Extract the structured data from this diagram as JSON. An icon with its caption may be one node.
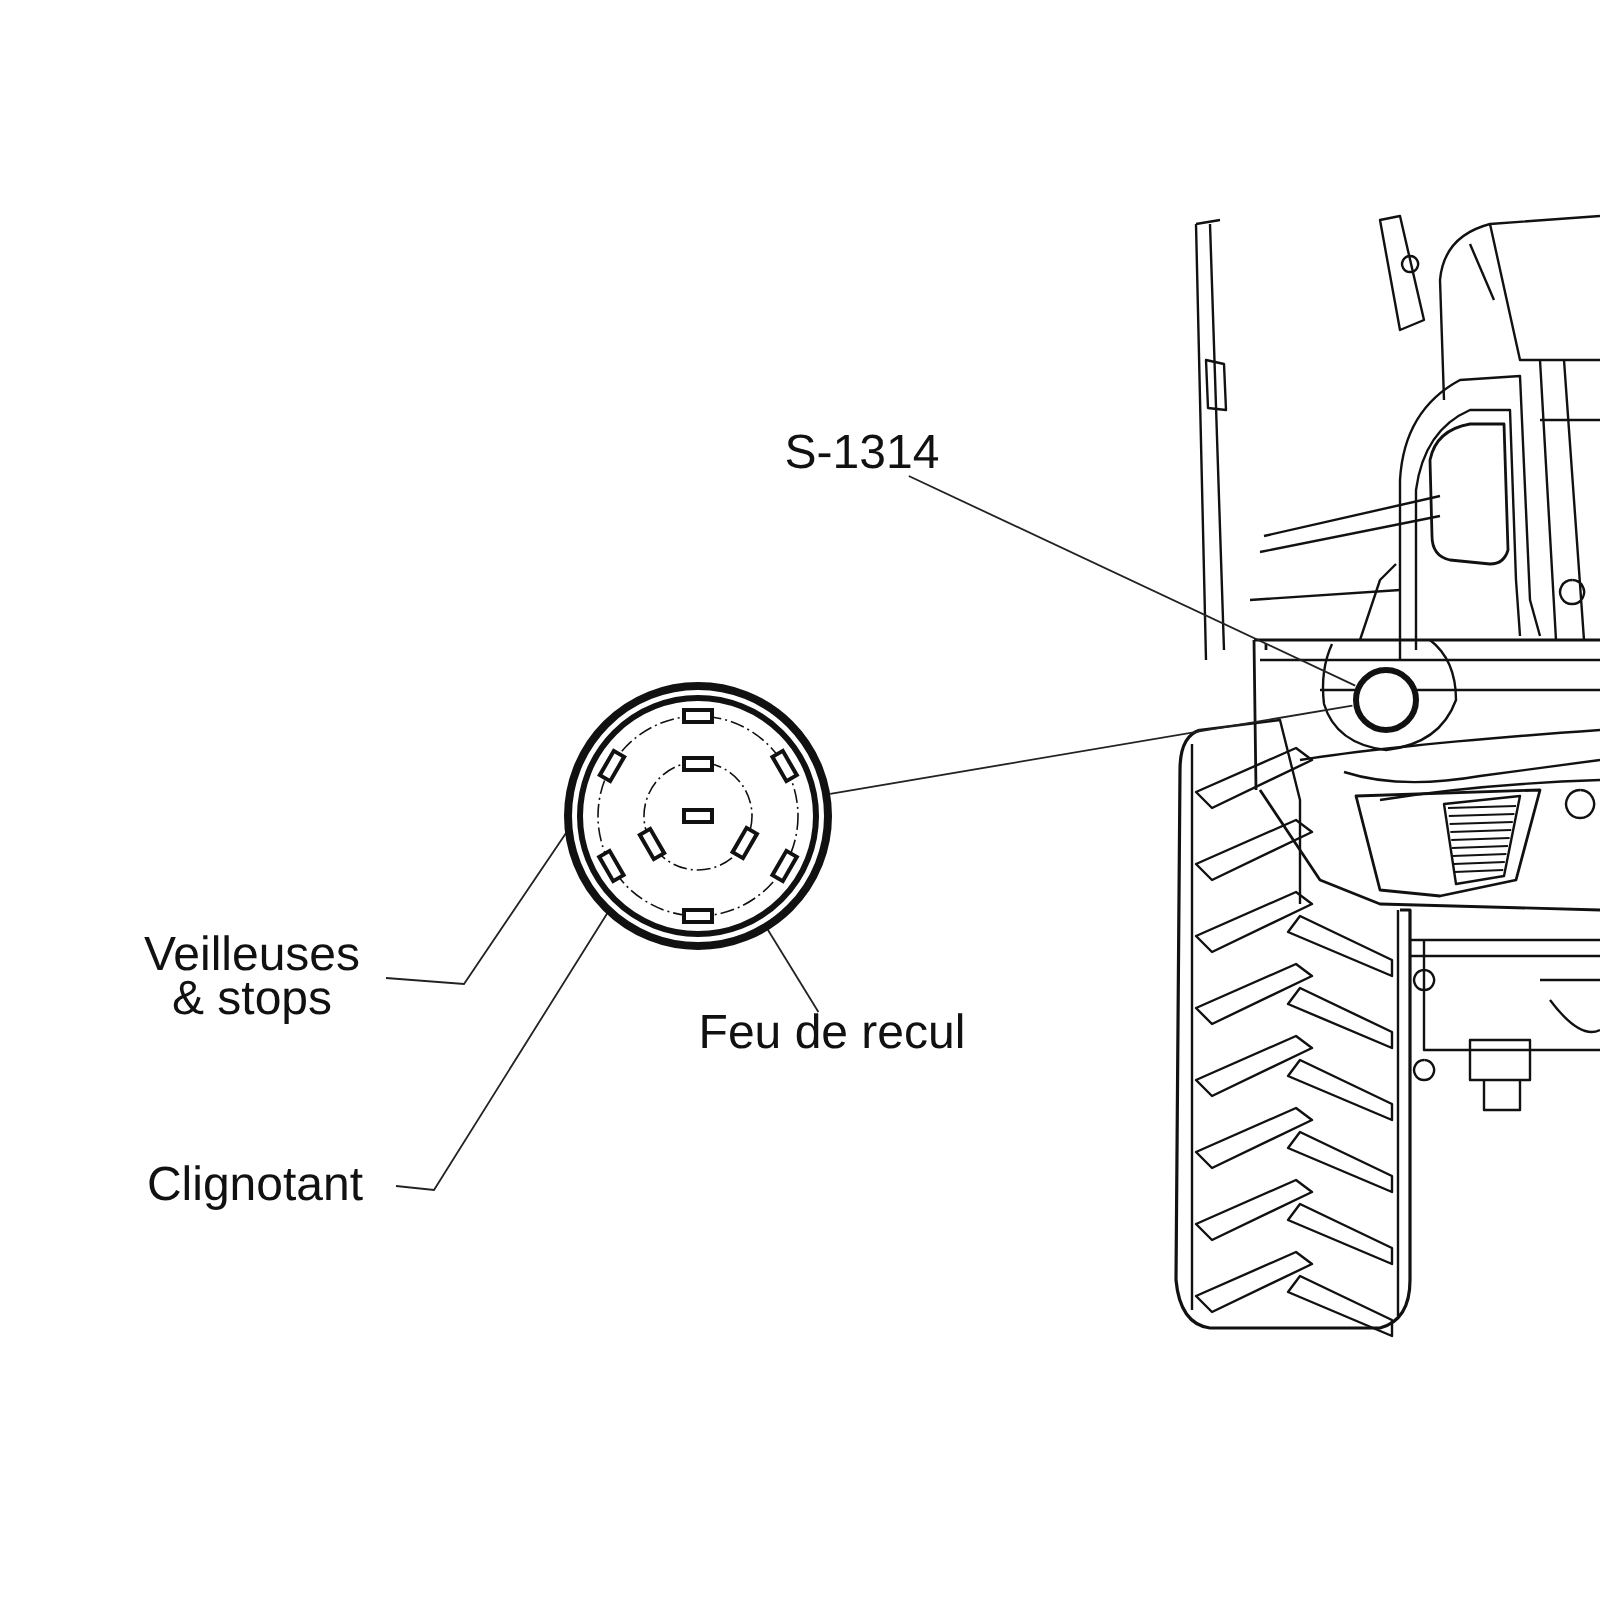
{
  "diagram": {
    "nodes": [
      {
        "text": [
          "S-1314"
        ]
      },
      {
        "text": [],
        "shape": "circle"
      },
      {
        "text": [],
        "shape": "circle"
      },
      {
        "text": [],
        "shape": "box",
        "in": 2
      },
      {
        "text": [],
        "shape": "box",
        "in": 2
      },
      {
        "text": [],
        "shape": "box",
        "in": 2
      },
      {
        "text": [
          "Veilleuses & stops"
        ]
      },
      {
        "text": [
          "Clignotant"
        ]
      },
      {
        "text": [
          "Feu de recul"
        ]
      }
    ],
    "edges": [
      {
        "from": 0,
        "to": 1,
        "arrow": "none"
      },
      {
        "from": 2,
        "to": 1,
        "arrow": "none"
      },
      {
        "from": 6,
        "to": 3,
        "arrow": "none"
      },
      {
        "from": 7,
        "to": 4,
        "arrow": "none"
      },
      {
        "from": 8,
        "to": 5,
        "arrow": "none"
      }
    ]
  }
}
